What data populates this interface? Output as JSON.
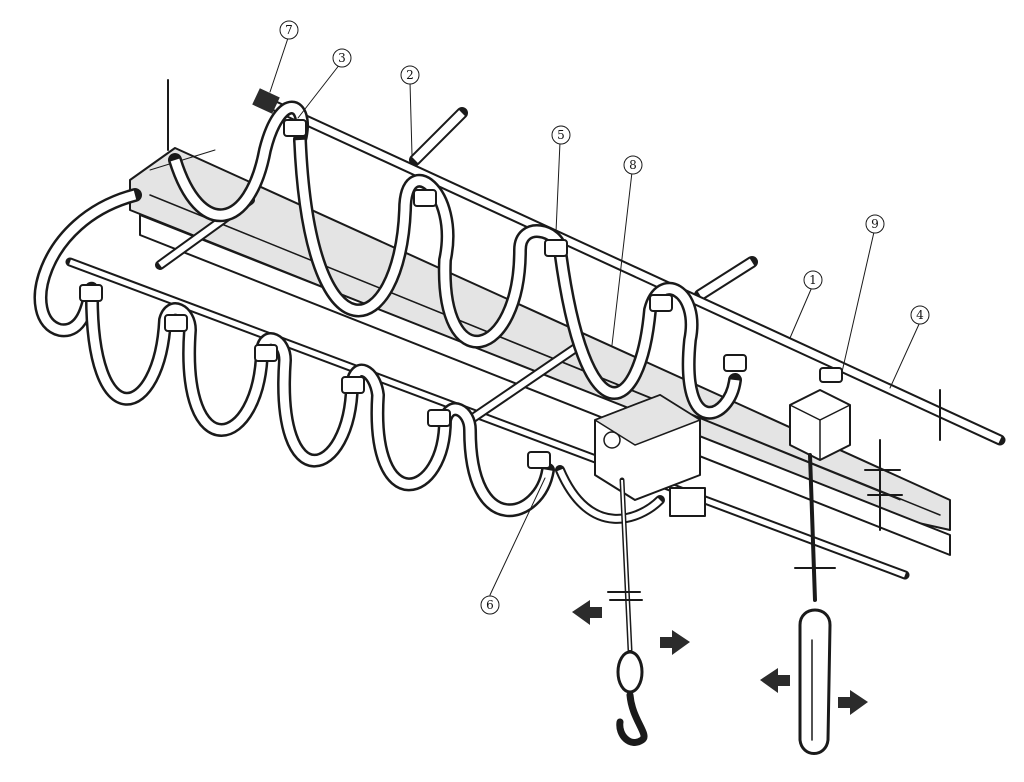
{
  "diagram": {
    "callouts": [
      {
        "id": "c1",
        "label": "1"
      },
      {
        "id": "c2",
        "label": "2"
      },
      {
        "id": "c3",
        "label": "3"
      },
      {
        "id": "c4",
        "label": "4"
      },
      {
        "id": "c5",
        "label": "5"
      },
      {
        "id": "c6",
        "label": "6"
      },
      {
        "id": "c7",
        "label": "7"
      },
      {
        "id": "c8",
        "label": "8"
      },
      {
        "id": "c9",
        "label": "9"
      }
    ],
    "colors": {
      "ink": "#1a1a1a",
      "paper": "#ffffff",
      "shade": "#e4e4e4"
    }
  }
}
